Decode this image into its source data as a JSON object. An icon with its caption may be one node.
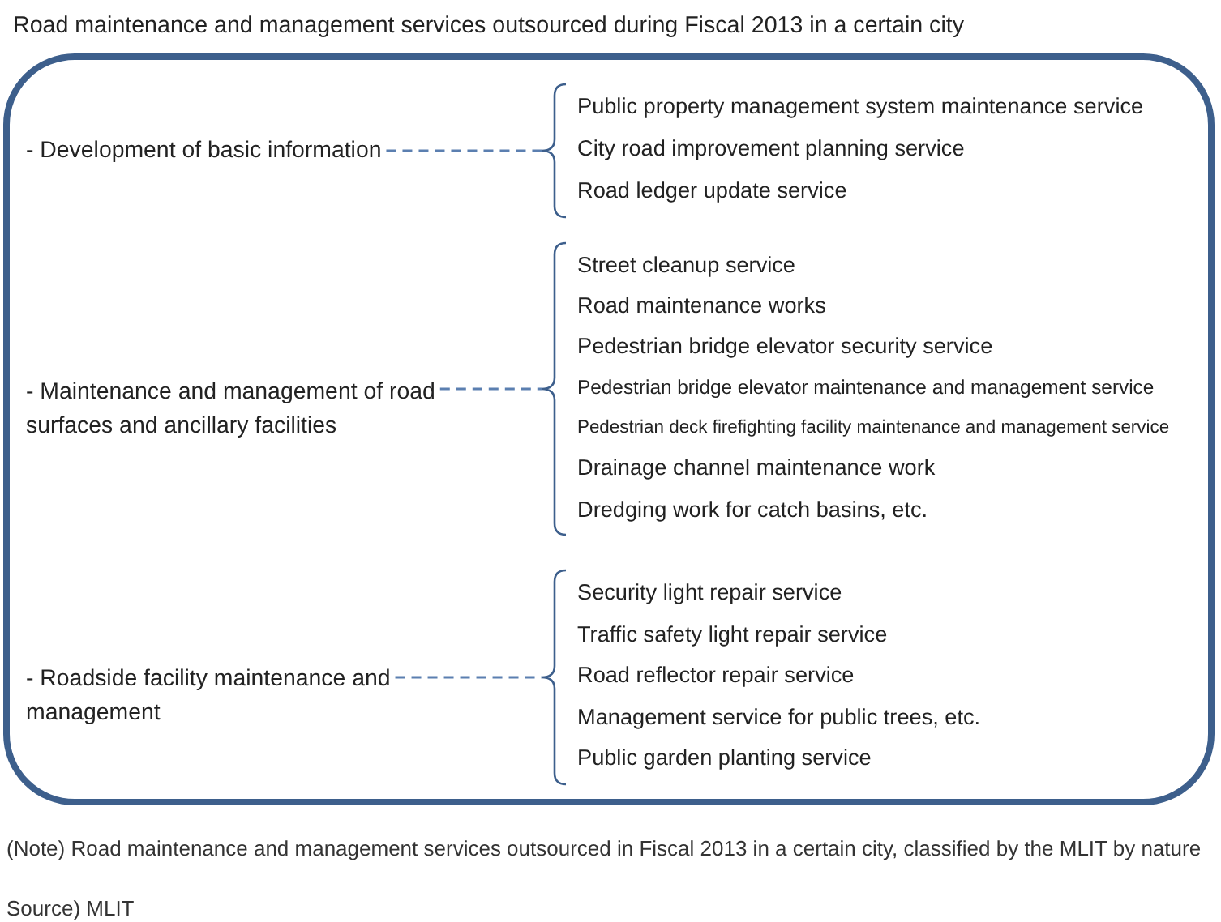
{
  "diagram": {
    "title": "Road maintenance and management services outsourced during Fiscal 2013 in a certain city",
    "nodes": [
      {
        "text": [],
        "shape": "box"
      },
      {
        "text": [
          "- Development of basic information"
        ],
        "in": 0
      },
      {
        "text": [
          "Public property management system maintenance service",
          "City road improvement planning service",
          "Road ledger update service"
        ],
        "in": 0
      },
      {
        "text": [
          "- Maintenance and management of road surfaces and ancillary facilities"
        ],
        "in": 0
      },
      {
        "text": [
          "Street cleanup service",
          "Road maintenance works",
          "Pedestrian bridge elevator security service",
          "Pedestrian bridge elevator maintenance and management service",
          "Pedestrian deck firefighting facility maintenance and management service",
          "Drainage channel maintenance work",
          "Dredging work for catch basins, etc."
        ],
        "in": 0
      },
      {
        "text": [
          "- Roadside facility maintenance and management"
        ],
        "in": 0
      },
      {
        "text": [
          "Security light repair service",
          "Traffic safety light repair service",
          "Road reflector repair service",
          "Management service for public trees, etc.",
          "Public garden planting service"
        ],
        "in": 0
      }
    ],
    "edges": [
      {
        "from": 1,
        "to": 2,
        "arrow": "none",
        "style": "dashed"
      },
      {
        "from": 3,
        "to": 4,
        "arrow": "none",
        "style": "dashed"
      },
      {
        "from": 5,
        "to": 6,
        "arrow": "none",
        "style": "dashed"
      }
    ],
    "labels": [
      "(Note) Road maintenance and management services outsourced in Fiscal 2013 in a certain city, classified by the MLIT by nature",
      "Source) MLIT"
    ]
  }
}
